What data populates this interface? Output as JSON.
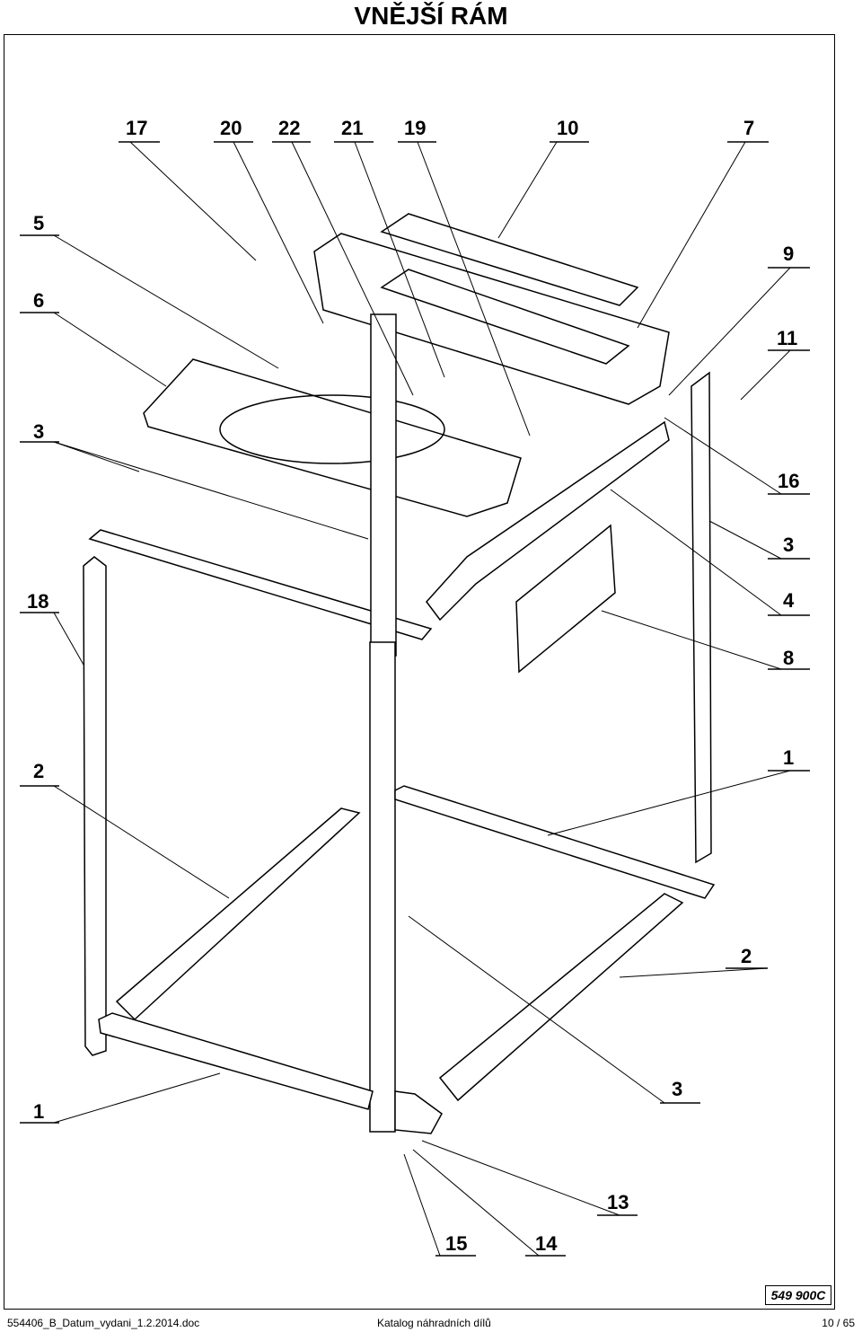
{
  "title": "VNĚJŠÍ RÁM",
  "callouts": [
    {
      "id": "c17",
      "label": "17"
    },
    {
      "id": "c20",
      "label": "20"
    },
    {
      "id": "c22",
      "label": "22"
    },
    {
      "id": "c21",
      "label": "21"
    },
    {
      "id": "c19",
      "label": "19"
    },
    {
      "id": "c10",
      "label": "10"
    },
    {
      "id": "c7",
      "label": "7"
    },
    {
      "id": "c5",
      "label": "5"
    },
    {
      "id": "c9",
      "label": "9"
    },
    {
      "id": "c6",
      "label": "6"
    },
    {
      "id": "c11",
      "label": "11"
    },
    {
      "id": "c3a",
      "label": "3"
    },
    {
      "id": "c16",
      "label": "16"
    },
    {
      "id": "c3b",
      "label": "3"
    },
    {
      "id": "c18",
      "label": "18"
    },
    {
      "id": "c4",
      "label": "4"
    },
    {
      "id": "c8",
      "label": "8"
    },
    {
      "id": "c2a",
      "label": "2"
    },
    {
      "id": "c1a",
      "label": "1"
    },
    {
      "id": "c2b",
      "label": "2"
    },
    {
      "id": "c1b",
      "label": "1"
    },
    {
      "id": "c3c",
      "label": "3"
    },
    {
      "id": "c13",
      "label": "13"
    },
    {
      "id": "c15",
      "label": "15"
    },
    {
      "id": "c14",
      "label": "14"
    }
  ],
  "stamp": "549 900C",
  "footer": {
    "left": "554406_B_Datum_vydani_1.2.2014.doc",
    "center": "Katalog náhradních dílů",
    "right": "10 / 65"
  }
}
